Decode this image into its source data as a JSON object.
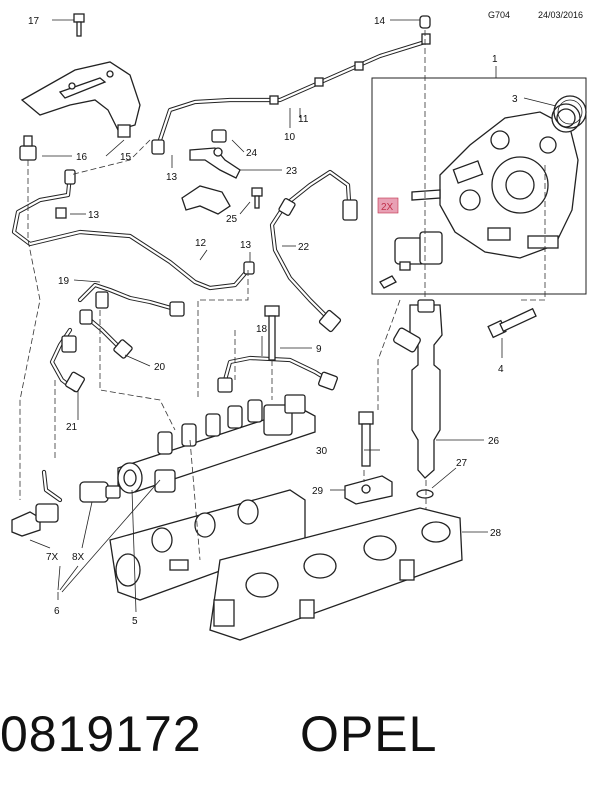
{
  "header": {
    "code": "G704",
    "date": "24/03/2016"
  },
  "footer": {
    "part_number": "0819172",
    "brand": "OPEL"
  },
  "callouts": {
    "c1": "1",
    "c2x": "2X",
    "c3": "3",
    "c4": "4",
    "c5": "5",
    "c6": "6",
    "c7x": "7X",
    "c8x": "8X",
    "c9": "9",
    "c10": "10",
    "c11": "11",
    "c12": "12",
    "c13a": "13",
    "c13b": "13",
    "c13c": "13",
    "c14": "14",
    "c15": "15",
    "c16": "16",
    "c17": "17",
    "c18": "18",
    "c19": "19",
    "c20": "20",
    "c21": "21",
    "c22": "22",
    "c23": "23",
    "c24": "24",
    "c25": "25",
    "c26": "26",
    "c27": "27",
    "c28": "28",
    "c29": "29",
    "c30": "30"
  },
  "colors": {
    "highlight_box": "#e8a0b4",
    "highlight_text": "#c0304a"
  }
}
